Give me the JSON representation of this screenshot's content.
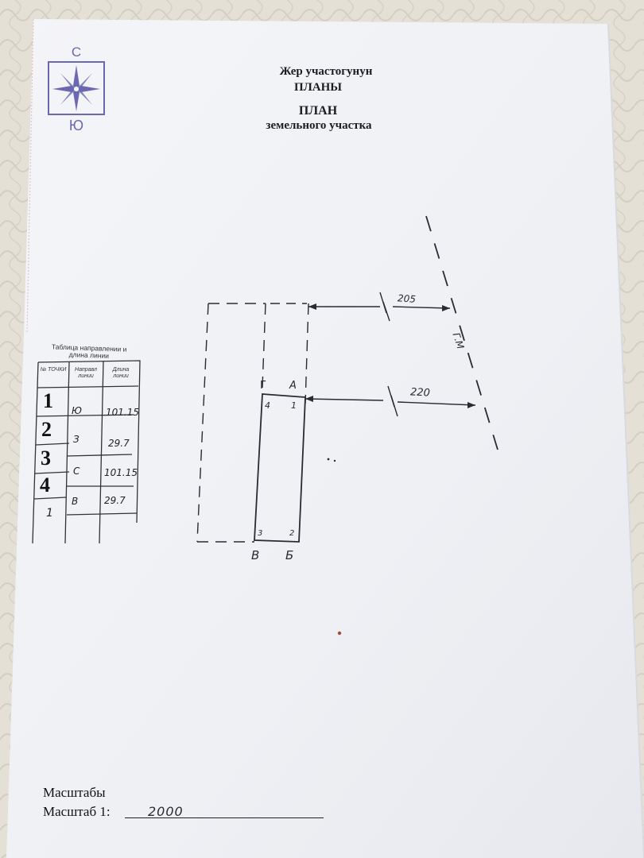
{
  "header": {
    "title_kg_line1": "Жер участогунун",
    "title_kg_line2": "ПЛАНЫ",
    "title_ru_line1": "ПЛАН",
    "title_ru_line2": "земельного участка"
  },
  "compass": {
    "north": "С",
    "south": "Ю",
    "icon": "compass-rose-icon"
  },
  "table": {
    "title": "Таблица направлении и длина линии",
    "col_point": "№ ТОЧКИ",
    "col_direction": "Направл линии",
    "col_length": "Длина линии",
    "rows": [
      {
        "point": "1",
        "direction": "Ю",
        "length": "101.15"
      },
      {
        "point": "2",
        "direction": "З",
        "length": "29.7"
      },
      {
        "point": "3",
        "direction": "С",
        "length": "101.15"
      },
      {
        "point": "4",
        "direction": "В",
        "length": "29.7"
      },
      {
        "point": "1",
        "direction": "",
        "length": ""
      }
    ]
  },
  "plot": {
    "corner_top_left_letter": "Г",
    "corner_top_right_letter": "А",
    "corner_top_left_num": "4",
    "corner_top_right_num": "1",
    "corner_bottom_left_num": "3",
    "corner_bottom_right_num": "2",
    "corner_bottom_left_letter": "В",
    "corner_bottom_right_letter": "Б",
    "distance_upper": "205",
    "distance_lower": "220",
    "road_label": "Г.М"
  },
  "footer": {
    "scale_kg": "Масштабы",
    "scale_ru": "Масштаб 1:",
    "scale_value": "2000"
  },
  "colors": {
    "stamp": "#6a68b0",
    "ink": "#1c1c22",
    "paper": "#f3f4f6"
  }
}
